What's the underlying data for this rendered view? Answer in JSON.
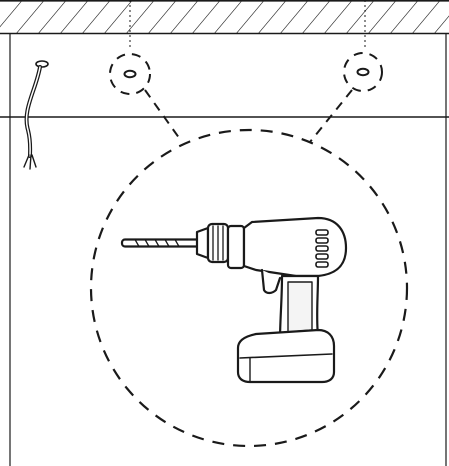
{
  "diagram": {
    "colors": {
      "stroke": "#1a1a1a",
      "fill": "#ffffff",
      "body_grey": "#f4f4f4"
    },
    "elements": {
      "ceiling": "hatched-ceiling",
      "ceiling_line": "ceiling-line",
      "wall_line": "wall-line",
      "drill_holes": [
        "drill-hole-left",
        "drill-hole-right"
      ],
      "zoom_circle": "dashed-zoom-circle",
      "tool_icon": "cordless-drill-icon",
      "cable_icon": "power-cable-icon"
    }
  }
}
